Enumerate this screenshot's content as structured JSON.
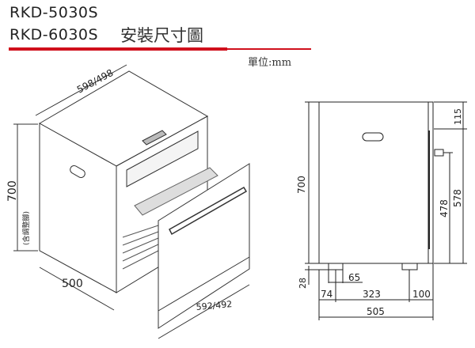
{
  "header": {
    "model_1": "RKD-5030S",
    "model_2": "RKD-6030S",
    "title": "安裝尺寸圖",
    "unit": "單位:mm",
    "accent_color": "#d0101c"
  },
  "iso_view": {
    "depth_label": "598/498",
    "height_label": "700",
    "height_note": "(含調整腳)",
    "width_label": "500",
    "door_width_label": "592/492"
  },
  "side_view": {
    "height_label": "700",
    "top_label": "115",
    "dim_578": "578",
    "dim_478": "478",
    "foot_height": "28",
    "foot_width": "65",
    "offset_left": "74",
    "foot_spacing": "323",
    "offset_right": "100",
    "total_depth": "505"
  }
}
